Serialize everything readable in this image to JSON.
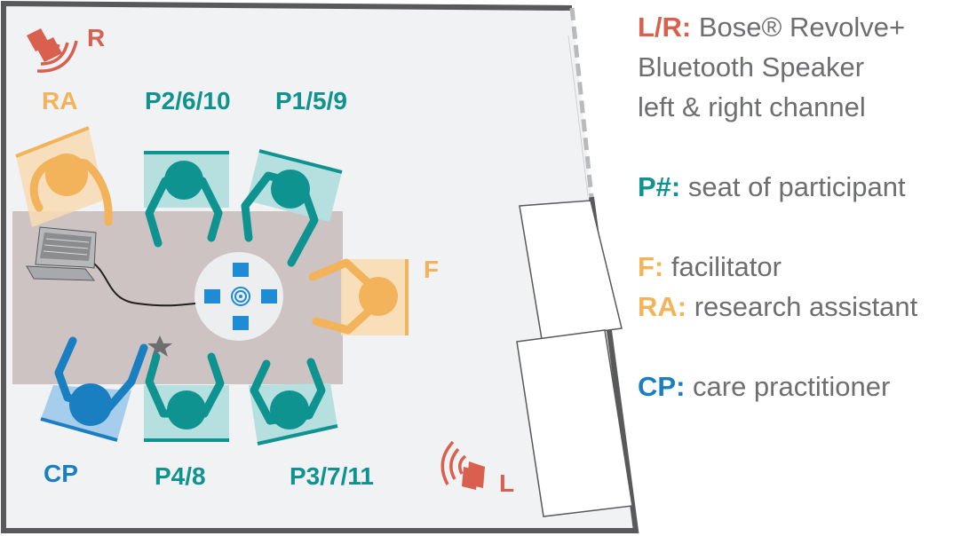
{
  "colors": {
    "speaker": "#d9604f",
    "participant": "#0e9391",
    "facilitator": "#f2b35a",
    "practitioner": "#1a7fc1",
    "legend_text": "#6d6e70"
  },
  "labels": {
    "speaker_r": "R",
    "speaker_l": "L",
    "ra": "RA",
    "p2": "P2/6/10",
    "p1": "P1/5/9",
    "f": "F",
    "cp": "CP",
    "p4": "P4/8",
    "p3": "P3/7/11"
  },
  "legend": {
    "lr_key": "L/R:",
    "lr_text1": " Bose® Revolve+",
    "lr_text2": "Bluetooth Speaker",
    "lr_text3": "left & right channel",
    "p_key": "P#:",
    "p_text": " seat of participant",
    "f_key": "F:",
    "f_text": " facilitator",
    "ra_key": "RA:",
    "ra_text": " research assistant",
    "cp_key": "CP:",
    "cp_text": " care practitioner"
  },
  "icons": [
    "speaker-icon",
    "laptop-icon",
    "conference-device-icon",
    "microphone-star-icon"
  ]
}
